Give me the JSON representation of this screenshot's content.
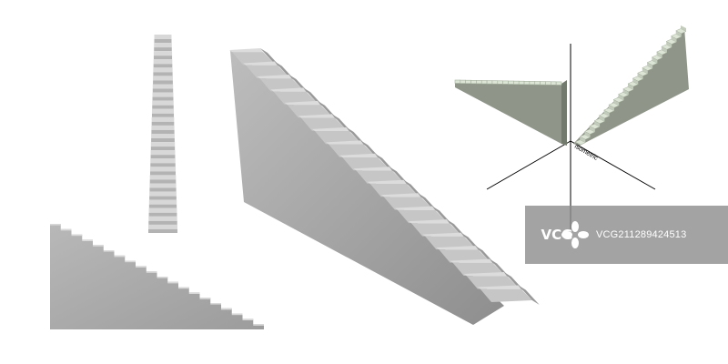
{
  "image": {
    "subject": "staircase illustrations in four views",
    "colors": {
      "background": "#ffffff",
      "stair_front": "#a9a9a9",
      "stair_side": "#8f8f8f",
      "stair_tread": "#d8d8d8",
      "green_tread": "#dde6d6",
      "green_side": "#8f9689",
      "axis_line": "#000000"
    }
  },
  "axis_label": "isometric",
  "watermark": {
    "logo": "VCG",
    "id": "VCG211289424513"
  }
}
